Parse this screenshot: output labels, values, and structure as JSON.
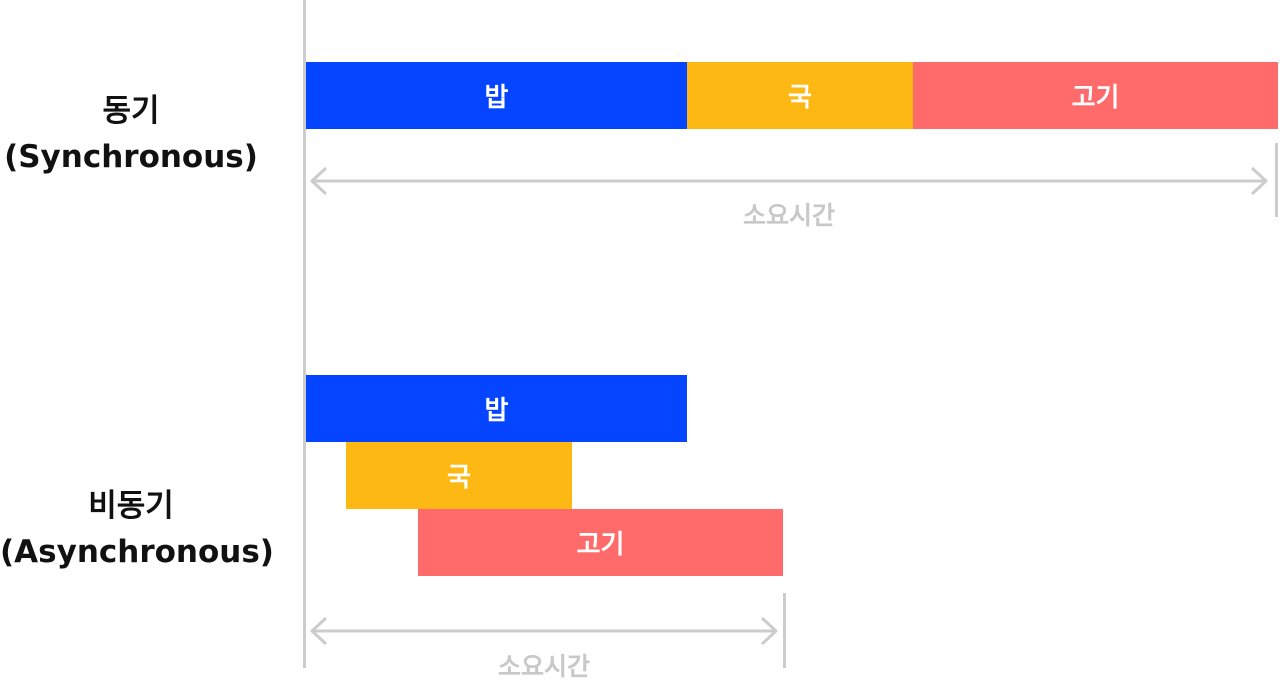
{
  "colors": {
    "rice": "#0545ff",
    "soup": "#fdb813",
    "meat": "#ff6b6b",
    "axis": "#cccccc",
    "duration_text": "#c8c8c8"
  },
  "sync": {
    "title": "동기",
    "subtitle": "(Synchronous)",
    "tasks": {
      "rice": "밥",
      "soup": "국",
      "meat": "고기"
    },
    "duration_label": "소요시간"
  },
  "async": {
    "title": "비동기",
    "subtitle": "(Asynchronous)",
    "tasks": {
      "rice": "밥",
      "soup": "국",
      "meat": "고기"
    },
    "duration_label": "소요시간"
  }
}
